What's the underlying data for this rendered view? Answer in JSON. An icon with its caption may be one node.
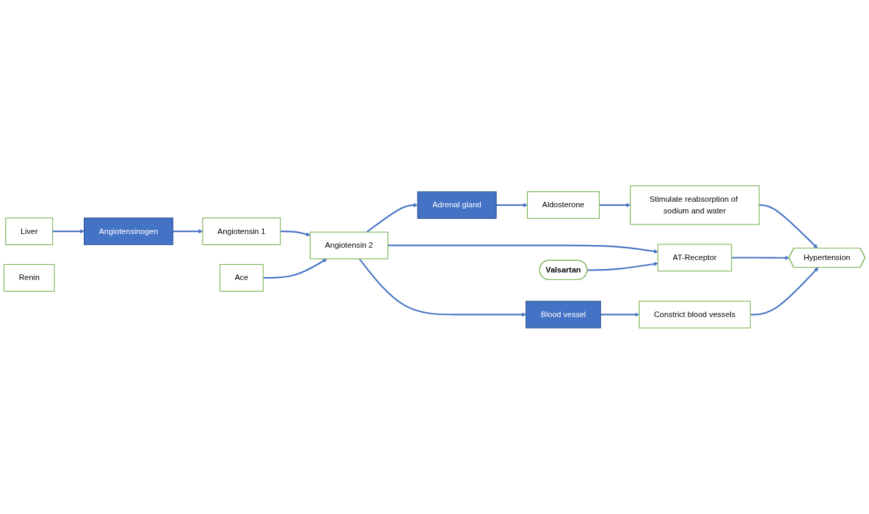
{
  "diagram": {
    "nodes": [
      {
        "text": [
          "Liver"
        ]
      },
      {
        "text": [
          "Angiotensinogen"
        ]
      },
      {
        "text": [
          "Renin"
        ]
      },
      {
        "text": [
          "Angiotensin 1"
        ]
      },
      {
        "text": [
          "Ace"
        ]
      },
      {
        "text": [
          "Angiotensin 2"
        ]
      },
      {
        "text": [
          "Adrenal gland"
        ]
      },
      {
        "text": [
          "Aldosterone"
        ]
      },
      {
        "text": [
          "Stimulate reabsorption of sodium and water"
        ]
      },
      {
        "text": [
          "Valsartan"
        ]
      },
      {
        "text": [
          "AT-Receptor"
        ]
      },
      {
        "text": [
          "Blood vessel"
        ]
      },
      {
        "text": [
          "Constrict blood vessels"
        ]
      },
      {
        "text": [
          "Hypertension"
        ]
      }
    ],
    "edges": [
      {
        "from": 0,
        "to": 1,
        "arrow": "to"
      },
      {
        "from": 1,
        "to": 3,
        "arrow": "to"
      },
      {
        "from": 3,
        "to": 5,
        "arrow": "to"
      },
      {
        "from": 4,
        "to": 5,
        "arrow": "to"
      },
      {
        "from": 5,
        "to": 6,
        "arrow": "to"
      },
      {
        "from": 6,
        "to": 7,
        "arrow": "to"
      },
      {
        "from": 7,
        "to": 8,
        "arrow": "to"
      },
      {
        "from": 8,
        "to": 13,
        "arrow": "to"
      },
      {
        "from": 5,
        "to": 10,
        "arrow": "to"
      },
      {
        "from": 9,
        "to": 10,
        "arrow": "to"
      },
      {
        "from": 10,
        "to": 13,
        "arrow": "to"
      },
      {
        "from": 5,
        "to": 11,
        "arrow": "to"
      },
      {
        "from": 11,
        "to": 12,
        "arrow": "to"
      },
      {
        "from": 12,
        "to": 13,
        "arrow": "to"
      }
    ]
  }
}
